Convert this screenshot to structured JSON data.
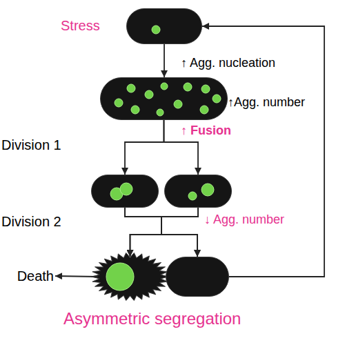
{
  "diagram": {
    "nodes": [
      {
        "text": [
          "Stress"
        ]
      },
      {
        "text": []
      },
      {
        "text": []
      },
      {
        "text": []
      },
      {
        "text": []
      },
      {
        "text": []
      },
      {
        "text": [
          "Death"
        ]
      }
    ],
    "edges": [
      {
        "from": 0,
        "to": 1,
        "arrow": "to",
        "label": "↑ Agg. nucleation"
      },
      {
        "from": 1,
        "to": 2,
        "arrow": "to",
        "label": "↑ Fusion"
      },
      {
        "from": 1,
        "to": 3,
        "arrow": "to"
      },
      {
        "from": 2,
        "to": 4,
        "arrow": "to",
        "label": "↓ Agg. number"
      },
      {
        "from": 2,
        "to": 5,
        "arrow": "to"
      },
      {
        "from": 3,
        "to": 4,
        "arrow": "to"
      },
      {
        "from": 3,
        "to": 5,
        "arrow": "to"
      },
      {
        "from": 4,
        "to": 6,
        "arrow": "to"
      },
      {
        "from": 5,
        "to": 0,
        "arrow": "to"
      }
    ],
    "labels": [
      "↑Agg. number",
      "Division 1",
      "Division 2",
      "Asymmetric segregation"
    ]
  }
}
